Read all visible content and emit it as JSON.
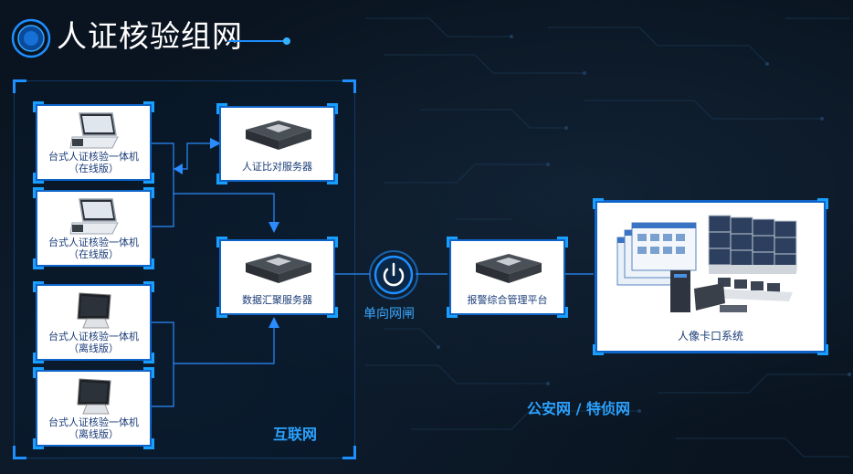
{
  "title": "人证核验组网",
  "internet_zone": {
    "label": "互联网",
    "terminals": [
      {
        "line1": "台式人证核验一体机",
        "line2": "（在线版）"
      },
      {
        "line1": "台式人证核验一体机",
        "line2": "（在线版）"
      },
      {
        "line1": "台式人证核验一体机",
        "line2": "（离线版）"
      },
      {
        "line1": "台式人证核验一体机",
        "line2": "（离线版）"
      }
    ],
    "compare_server": "人证比对服务器",
    "aggregation_server": "数据汇聚服务器"
  },
  "gateway": {
    "label": "单向网闸",
    "icon": "power-icon"
  },
  "police_zone": {
    "label": "公安网 / 特侦网",
    "alarm_platform": "报警综合管理平台",
    "portrait_system": "人像卡口系统"
  },
  "colors": {
    "accent": "#1e8fff",
    "line": "#2a8cff",
    "background": "#0a1420"
  }
}
